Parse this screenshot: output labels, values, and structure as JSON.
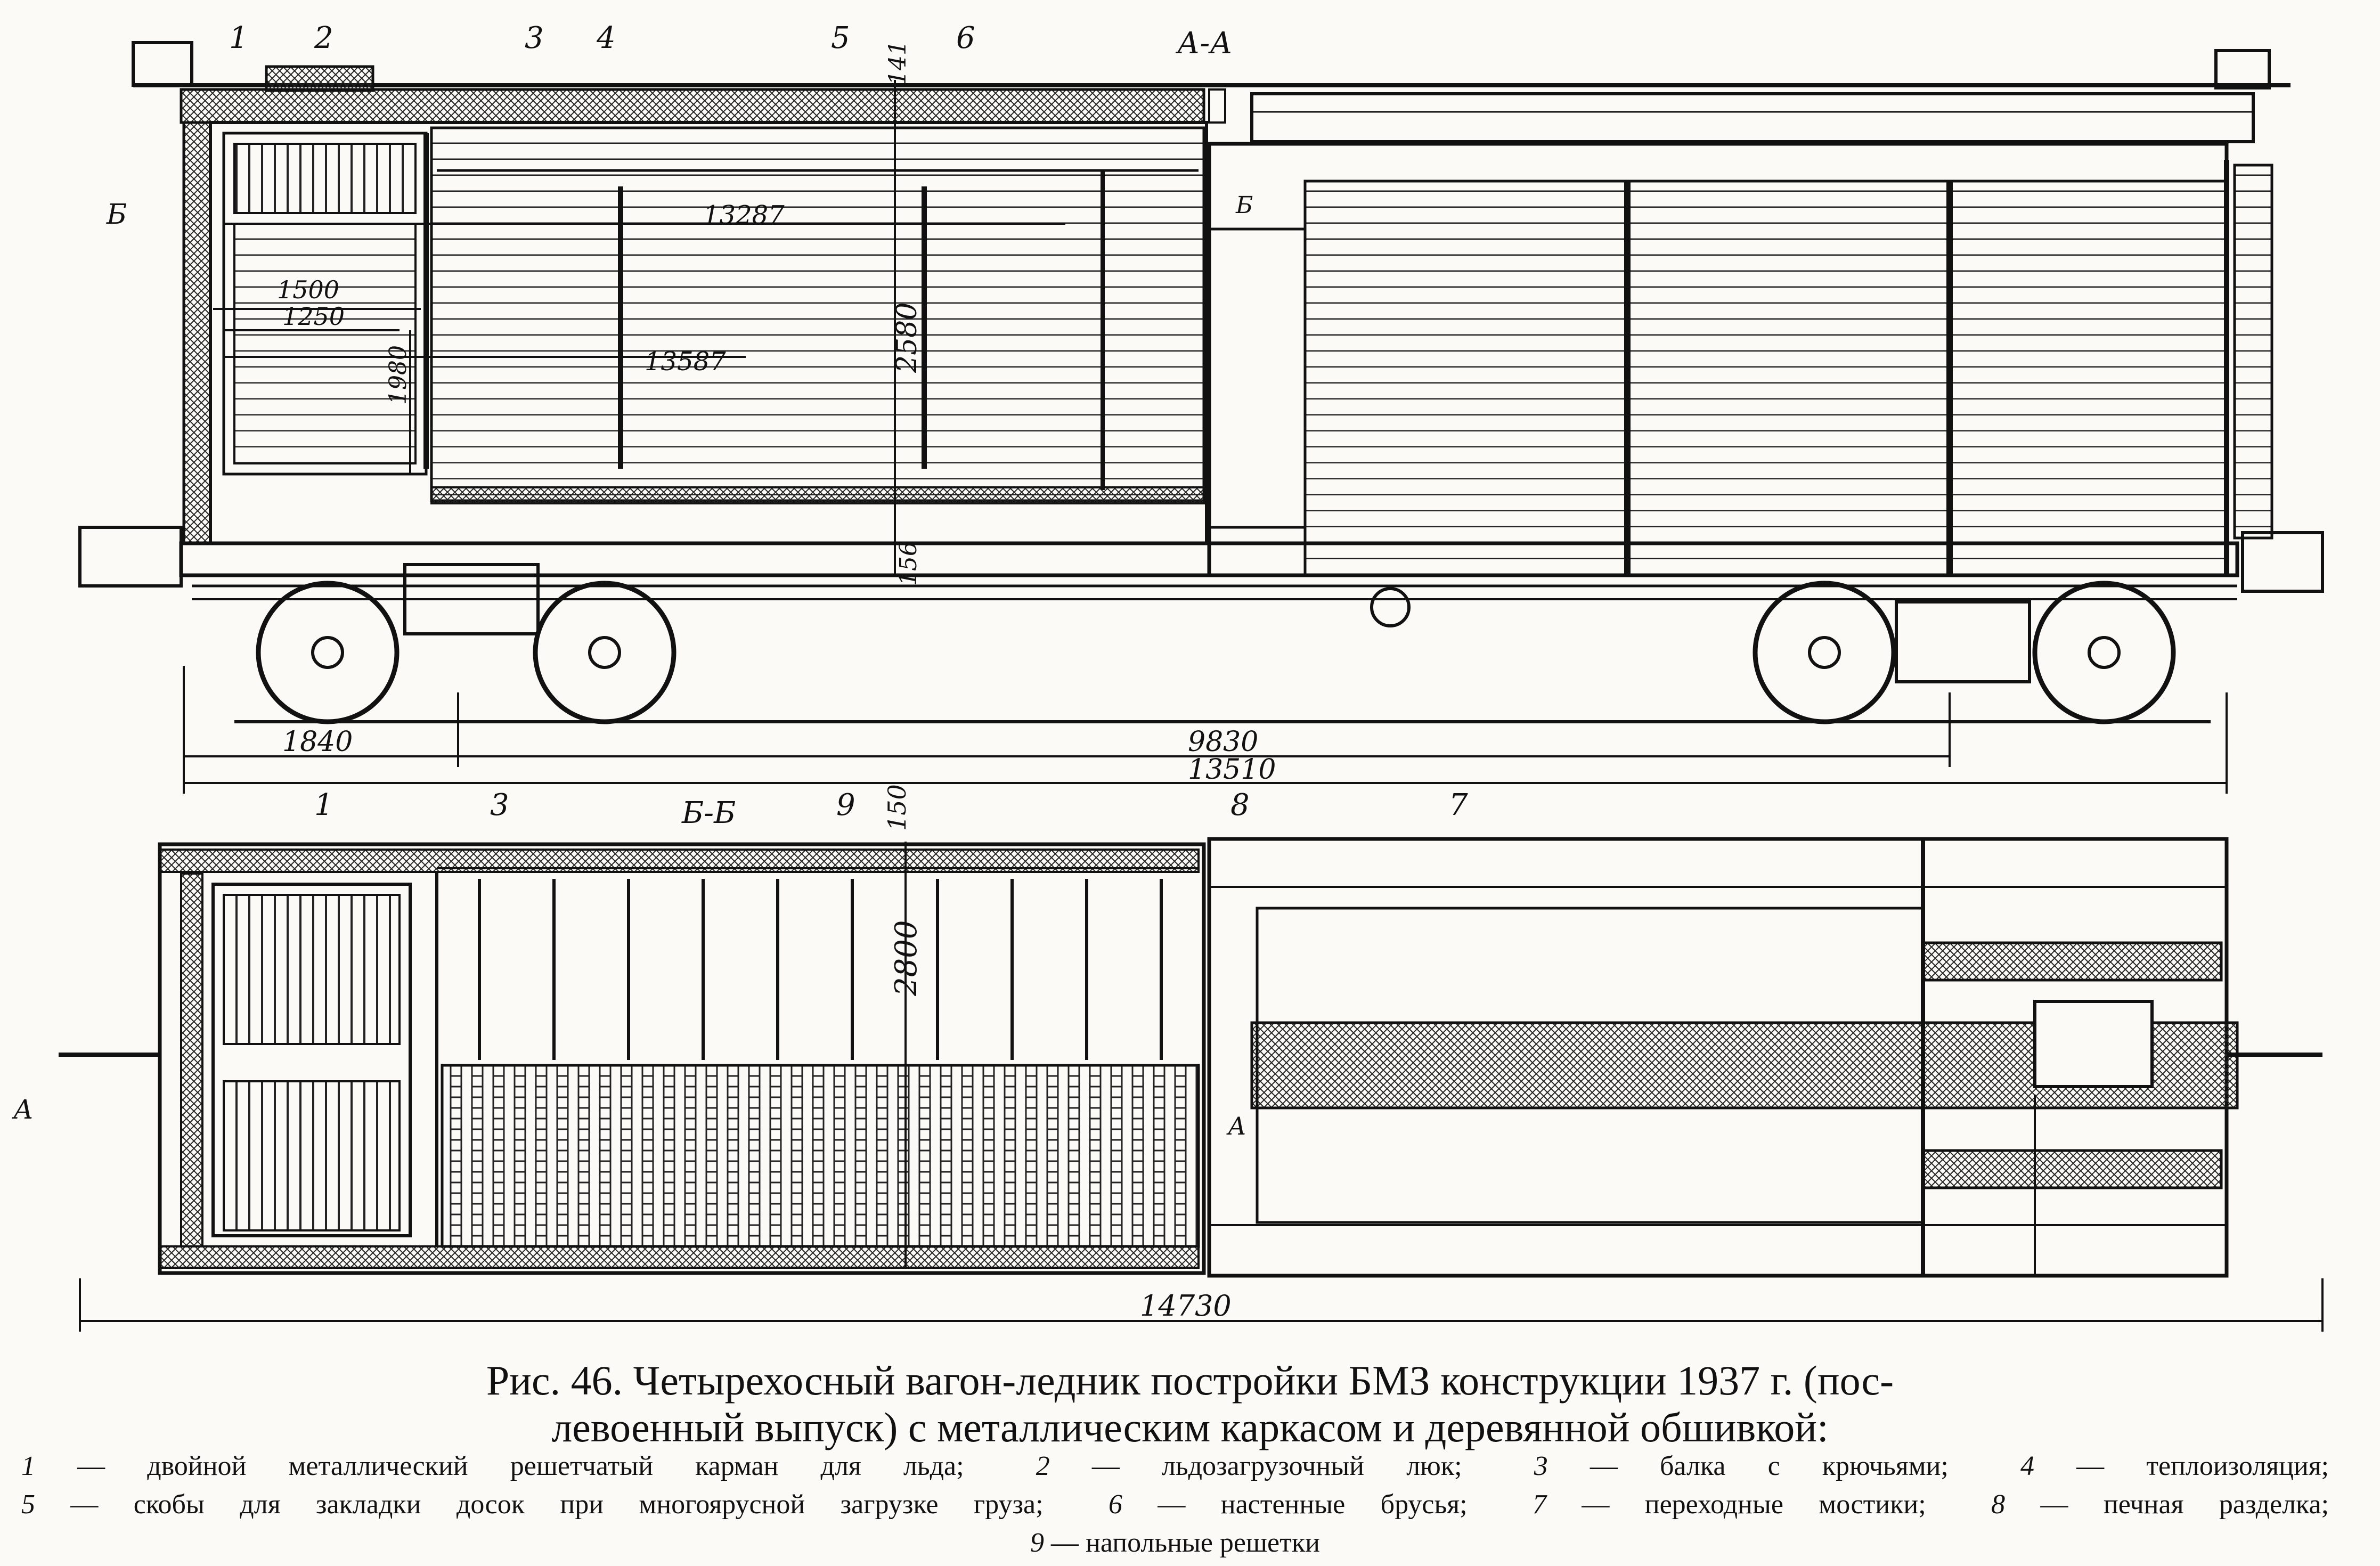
{
  "figure": {
    "section_labels": {
      "aa": "А-А",
      "bb": "Б-Б",
      "b_marker": "Б",
      "a_marker": "А"
    },
    "part_numbers_side": [
      "1",
      "2",
      "3",
      "4",
      "5",
      "6"
    ],
    "part_numbers_plan": [
      "1",
      "3",
      "9",
      "8",
      "7"
    ],
    "dimensions": {
      "d141": "141",
      "d13287": "13287",
      "d13587": "13587",
      "d2580": "2580",
      "d1500": "1500",
      "d1250": "1250",
      "d1980": "1980",
      "d156": "156",
      "d1840": "1840",
      "d9830": "9830",
      "d13510": "13510",
      "d150": "150",
      "d2800": "2800",
      "d14730": "14730"
    }
  },
  "caption": {
    "line1": "Рис. 46. Четырехосный вагон-ледник постройки БМЗ конструкции 1937 г. (пос-",
    "line2": "левоенный выпуск) с металлическим каркасом и деревянной обшивкой:"
  },
  "legend": [
    {
      "num": "1",
      "text": "— двойной металлический решетчатый карман для льда;"
    },
    {
      "num": "2",
      "text": "— льдозагрузочный люк;"
    },
    {
      "num": "3",
      "text": "— балка с крючьями;"
    },
    {
      "num": "4",
      "text": "— теплоизоляция;"
    },
    {
      "num": "5",
      "text": "— скобы для закладки досок при многоярусной загрузке груза;"
    },
    {
      "num": "6",
      "text": "— настенные брусья;"
    },
    {
      "num": "7",
      "text": "— переходные мостики;"
    },
    {
      "num": "8",
      "text": "— печная разделка;"
    },
    {
      "num": "9",
      "text": "— напольные решетки"
    }
  ]
}
